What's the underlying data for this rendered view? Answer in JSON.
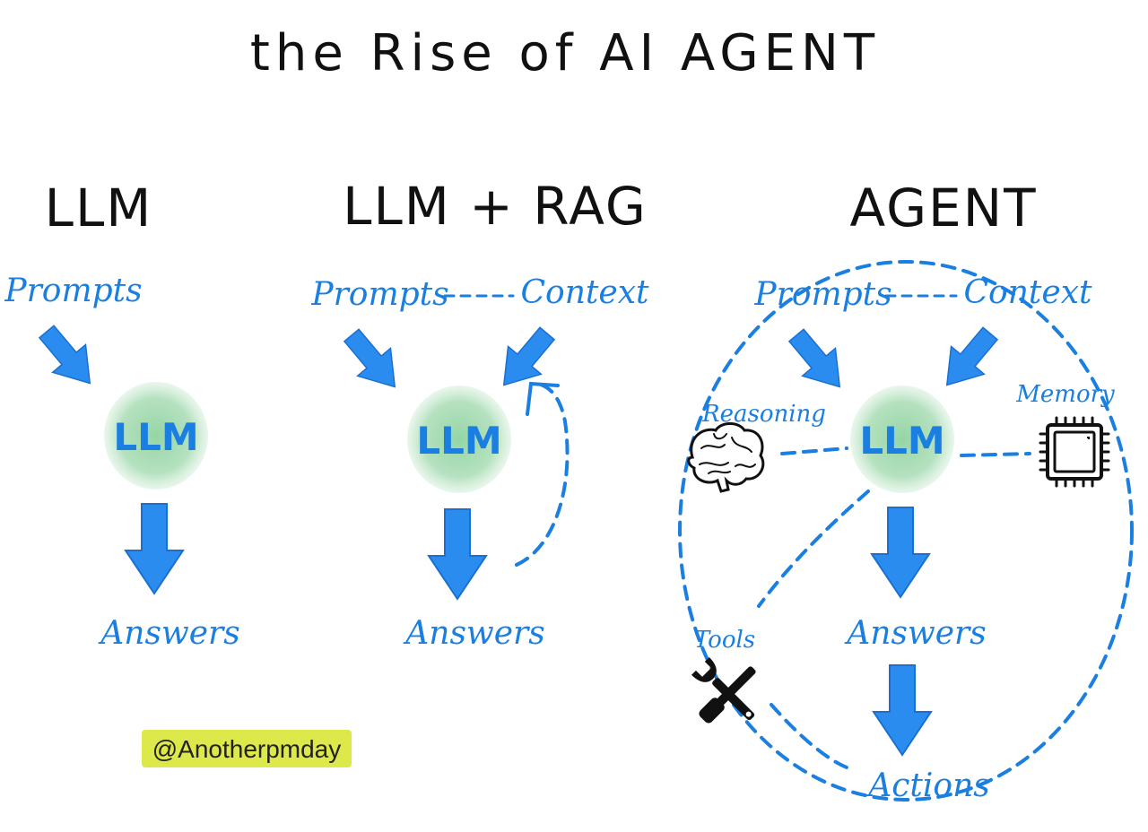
{
  "title": "the Rise of AI AGENT",
  "columns": [
    {
      "heading": "LLM",
      "prompts": "Prompts",
      "context": "",
      "core": "LLM",
      "answers": "Answers"
    },
    {
      "heading": "LLM + RAG",
      "prompts": "Prompts",
      "context": "Context",
      "core": "LLM",
      "answers": "Answers"
    },
    {
      "heading": "AGENT",
      "prompts": "Prompts",
      "context": "Context",
      "core": "LLM",
      "answers": "Answers",
      "reasoning": "Reasoning",
      "memory": "Memory",
      "tools": "Tools",
      "actions": "Actions"
    }
  ],
  "watermark": "@Anotherpmday",
  "icons": {
    "brain": "brain-icon",
    "chip": "chip-icon",
    "tools": "tools-icon"
  },
  "colors": {
    "ink": "#111111",
    "blue": "#1a7fe0",
    "blob": "#9fd8ad",
    "highlight": "#dde84a"
  }
}
